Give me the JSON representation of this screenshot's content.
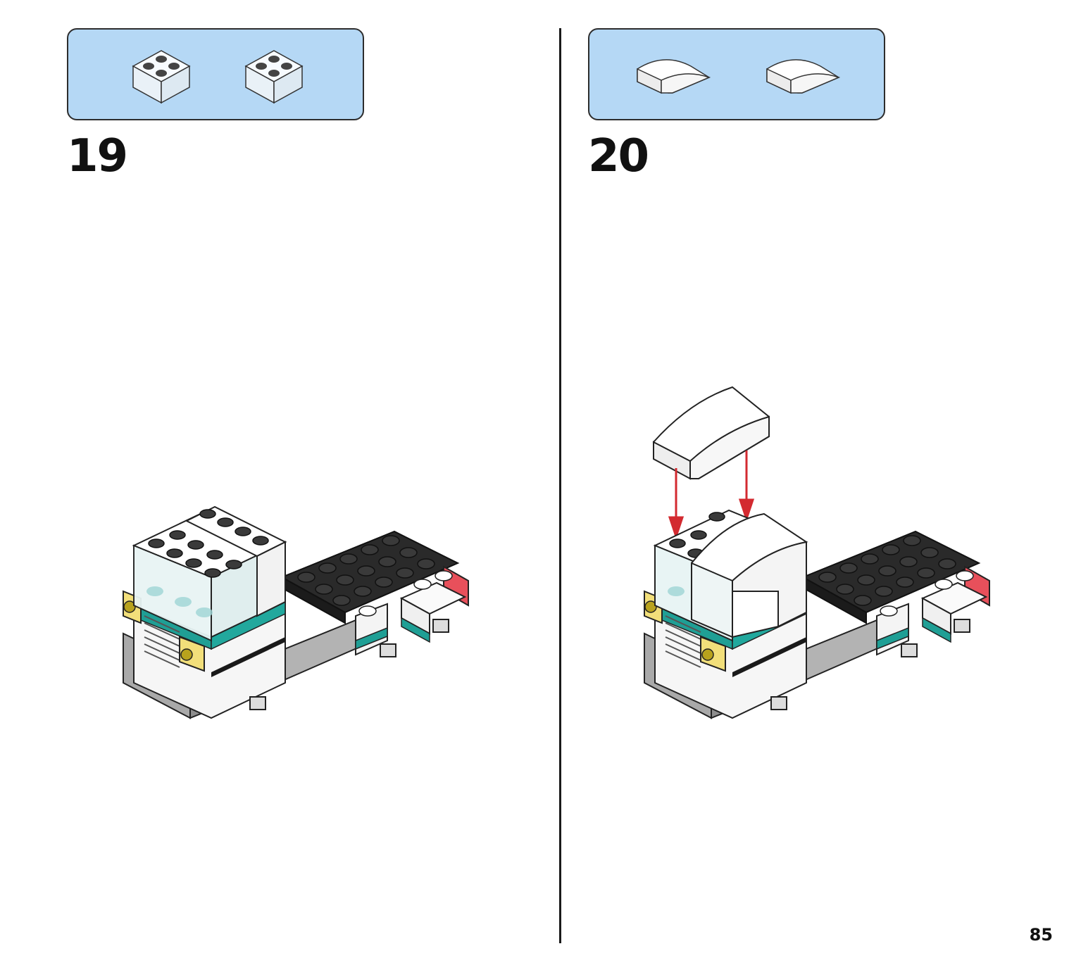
{
  "steps": [
    {
      "number": "19",
      "parts": [
        "transparent-2x2-brick",
        "transparent-2x2-brick"
      ]
    },
    {
      "number": "20",
      "parts": [
        "white-curved-slope",
        "white-curved-slope"
      ]
    }
  ],
  "page_number": "85",
  "colors": {
    "parts_box_fill": "#b5d8f5",
    "teal": "#1f9f95",
    "black_plate": "#2a2a2a",
    "gray": "#a9a9a9",
    "yellow": "#f2df7a",
    "red_light": "#e8505b",
    "arrow_red": "#d32a30"
  }
}
